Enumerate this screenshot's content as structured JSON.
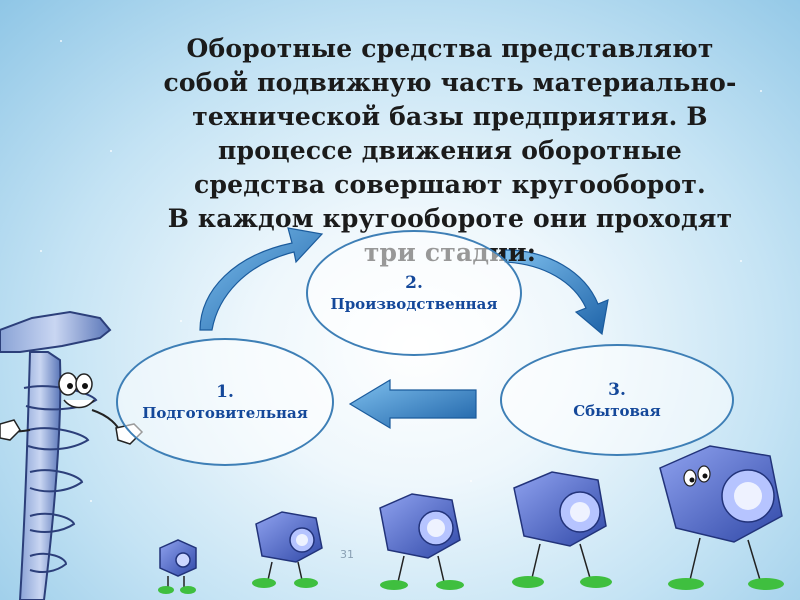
{
  "slide": {
    "heading_lines": [
      "Оборотные средства представляют",
      "собой подвижную часть материально-",
      "технической базы предприятия. В",
      "процессе движения оборотные",
      "средства совершают кругооборот.",
      "В каждом кругообороте они проходят",
      "три стадии:"
    ],
    "stages": [
      {
        "number": "1.",
        "label": "Подготовительная"
      },
      {
        "number": "2.",
        "label": "Производственная"
      },
      {
        "number": "3.",
        "label": "Сбытовая"
      }
    ],
    "page_number": "31",
    "colors": {
      "arrow_blue": "#2d78bf",
      "stage_text": "#14489a",
      "nut_blue": "#4a63c9",
      "shoe_green": "#3fbf3f"
    },
    "icons": [
      "cycle-arrow-icon",
      "screw-character",
      "nut-character"
    ]
  }
}
